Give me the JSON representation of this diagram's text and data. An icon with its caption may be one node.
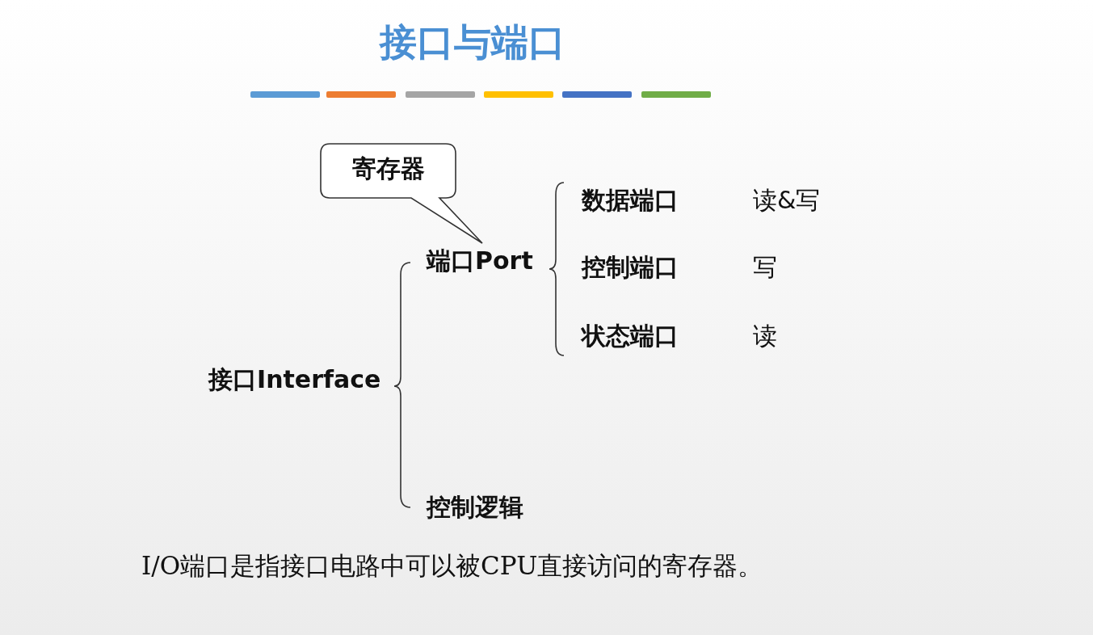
{
  "diagram": {
    "title": "接口与端口",
    "nodes": [
      {
        "text": [
          "寄存器"
        ]
      },
      {
        "text": [
          "端口Port"
        ]
      },
      {
        "text": [
          "数据端口"
        ]
      },
      {
        "text": [
          "控制端口"
        ]
      },
      {
        "text": [
          "状态端口"
        ]
      },
      {
        "text": [
          "接口Interface"
        ]
      },
      {
        "text": [
          "控制逻辑"
        ]
      }
    ],
    "labels": [
      "读&写",
      "写",
      "读"
    ],
    "caption": "I/O端口是指接口电路中可以被CPU直接访问的寄存器。"
  }
}
